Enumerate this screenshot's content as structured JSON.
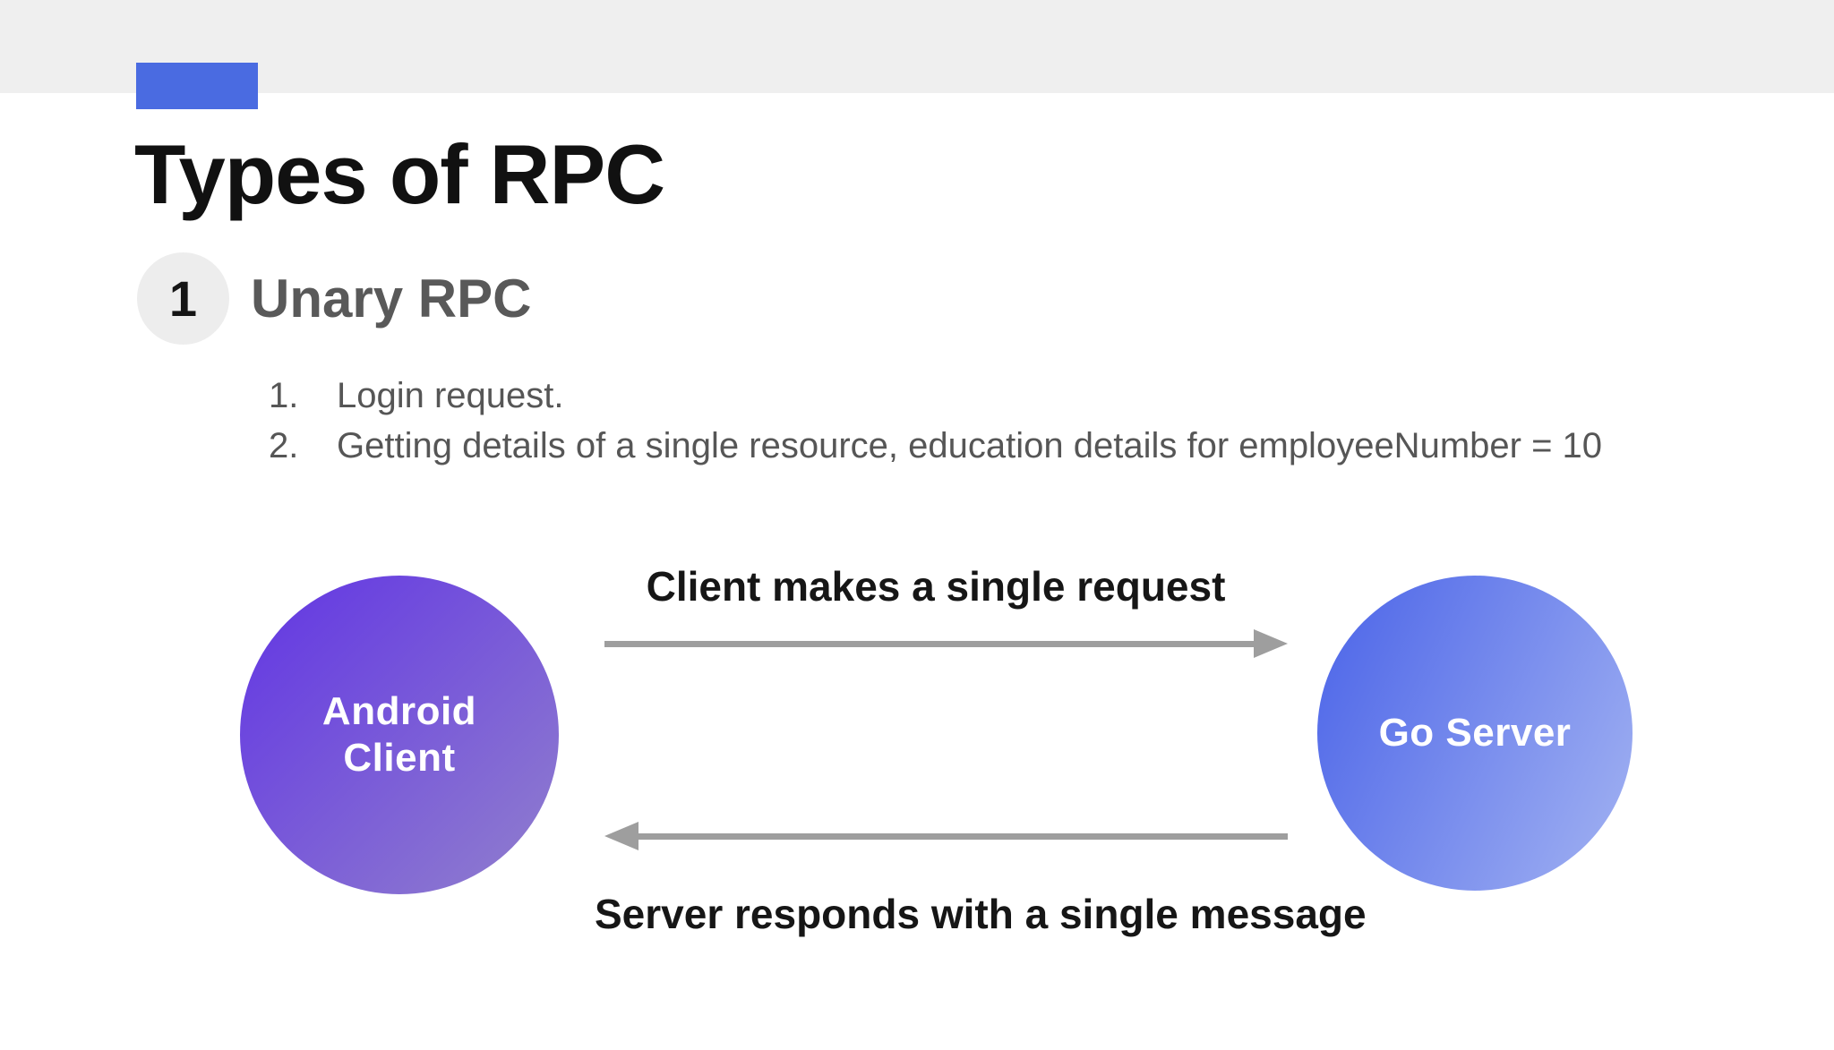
{
  "colors": {
    "header_band": "#efefef",
    "accent_blue": "#4a6be1",
    "badge_bg": "#ededed",
    "title_black": "#111111",
    "heading_gray": "#595959",
    "list_gray": "#565656",
    "arrow_gray": "#9e9e9e",
    "client_gradient_start": "#6134e4",
    "client_gradient_end": "#9180cd",
    "server_gradient_start": "#4a63e8",
    "server_gradient_end": "#a3b3f2",
    "circle_text": "#ffffff"
  },
  "header": {
    "title": "Types of RPC"
  },
  "section": {
    "badge_number": "1",
    "heading": "Unary RPC",
    "list": [
      {
        "marker": "1.",
        "text": "Login request."
      },
      {
        "marker": "2.",
        "text": "Getting details of a single resource, education details for employeeNumber = 10"
      }
    ]
  },
  "diagram": {
    "client_node": {
      "label_line1": "Android",
      "label_line2": "Client"
    },
    "server_node": {
      "label": "Go Server"
    },
    "request_label": "Client makes a single request",
    "response_label": "Server responds with a single message"
  }
}
